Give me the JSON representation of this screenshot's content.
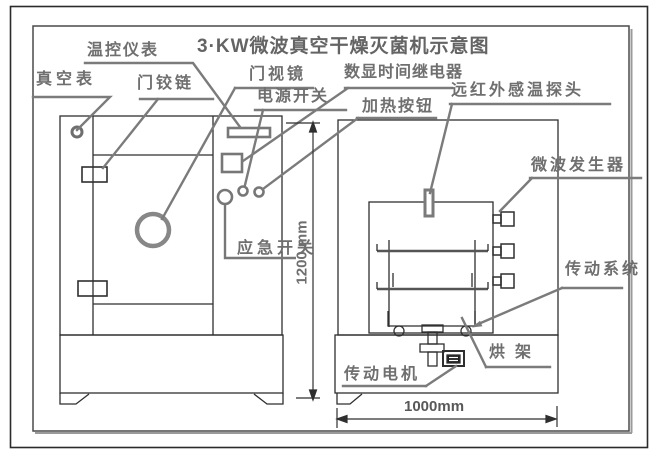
{
  "diagram": {
    "title": "3·KW微波真空干燥灭菌机示意图",
    "labels": {
      "vacuum_gauge": "真空表",
      "temp_controller": "温控仪表",
      "door_hinge": "门铰链",
      "door_sight_glass": "门视镜",
      "power_switch": "电源开关",
      "digital_time_relay": "数显时间继电器",
      "heating_button": "加热按钮",
      "ir_temp_probe": "远红外感温探头",
      "microwave_generator": "微波发生器",
      "drive_system": "传动系统",
      "emergency_switch": "应急开关",
      "drying_rack": "烘架",
      "drive_motor": "传动电机"
    },
    "dimensions": {
      "height": "1200 mm",
      "width": "1000mm"
    },
    "colors": {
      "outline": "#2f2f2f",
      "leader": "#7b7b7b",
      "label_text": "#6f6f6f"
    }
  }
}
